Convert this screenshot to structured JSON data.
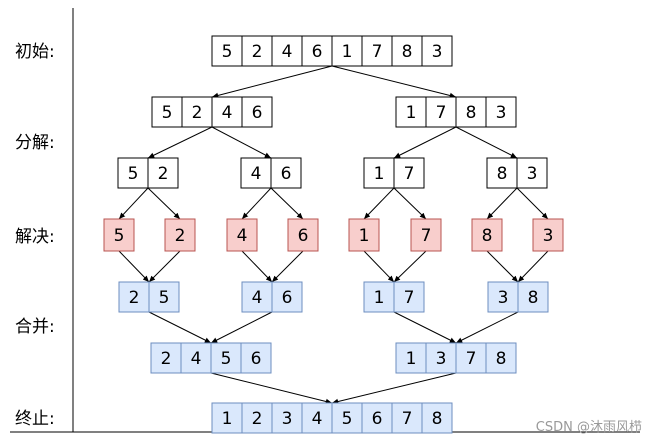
{
  "stages": {
    "init": "初始:",
    "split": "分解:",
    "solve": "解决:",
    "merge": "合并:",
    "end": "终止:"
  },
  "colors": {
    "plain_fill": "#ffffff",
    "solve_fill": "#f8cecc",
    "solve_stroke": "#b85450",
    "merge_fill": "#dae8fc",
    "merge_stroke": "#6c8ebf",
    "line": "#000000"
  },
  "arrays": {
    "initial": [
      "5",
      "2",
      "4",
      "6",
      "1",
      "7",
      "8",
      "3"
    ],
    "split_l1": [
      [
        "5",
        "2",
        "4",
        "6"
      ],
      [
        "1",
        "7",
        "8",
        "3"
      ]
    ],
    "split_l2": [
      [
        "5",
        "2"
      ],
      [
        "4",
        "6"
      ],
      [
        "1",
        "7"
      ],
      [
        "8",
        "3"
      ]
    ],
    "singles": [
      "5",
      "2",
      "4",
      "6",
      "1",
      "7",
      "8",
      "3"
    ],
    "merged_pairs": [
      [
        "2",
        "5"
      ],
      [
        "4",
        "6"
      ],
      [
        "1",
        "7"
      ],
      [
        "3",
        "8"
      ]
    ],
    "merged_quads": [
      [
        "2",
        "4",
        "5",
        "6"
      ],
      [
        "1",
        "3",
        "7",
        "8"
      ]
    ],
    "final": [
      "1",
      "2",
      "3",
      "4",
      "5",
      "6",
      "7",
      "8"
    ]
  },
  "watermark": "CSDN @沐雨风栉"
}
